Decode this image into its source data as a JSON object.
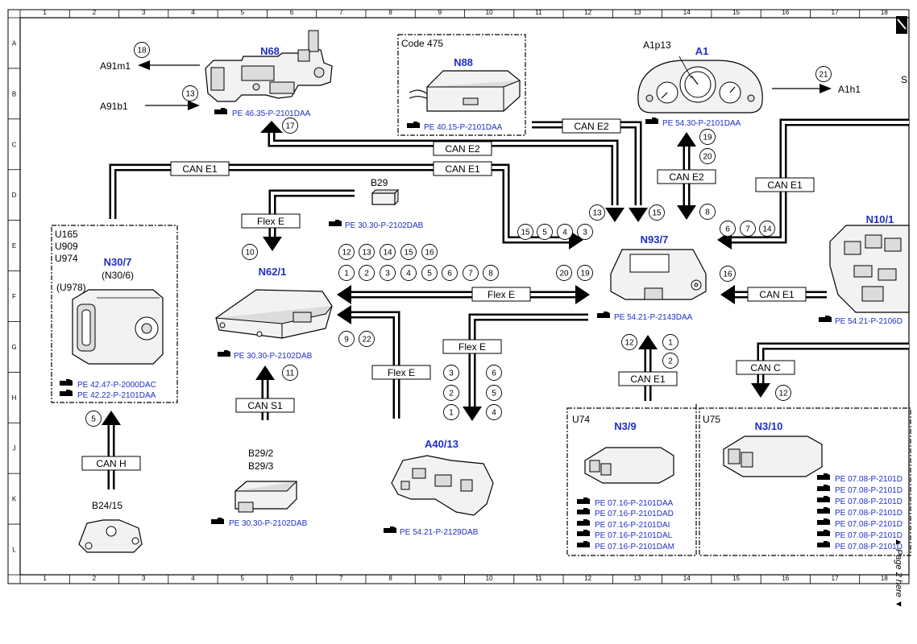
{
  "grid": {
    "columns": [
      "1",
      "2",
      "3",
      "4",
      "5",
      "6",
      "7",
      "8",
      "9",
      "10",
      "11",
      "12",
      "13",
      "14",
      "15",
      "16",
      "17",
      "18"
    ],
    "rows": [
      "A",
      "B",
      "C",
      "D",
      "E",
      "F",
      "G",
      "H",
      "J",
      "K",
      "L"
    ]
  },
  "components": {
    "n68": {
      "id": "N68",
      "ref": "PE 46.35-P-2101DAA"
    },
    "n88": {
      "code": "Code 475",
      "id": "N88",
      "ref": "PE 40.15-P-2101DAA"
    },
    "a1": {
      "sub": "A1p13",
      "id": "A1",
      "ref": "PE 54.30-P-2101DAA"
    },
    "b29": {
      "id": "B29",
      "ref": "PE 30.30-P-2102DAB"
    },
    "n30_7": {
      "variants": [
        "U165",
        "U909",
        "U974"
      ],
      "id": "N30/7",
      "alt": "(N30/6)",
      "alt2": "(U978)",
      "refs": [
        "PE 42.47-P-2000DAC",
        "PE 42.22-P-2101DAA"
      ]
    },
    "n62_1": {
      "id": "N62/1",
      "ref": "PE 30.30-P-2102DAB"
    },
    "n93_7": {
      "id": "N93/7",
      "ref": "PE 54.21-P-2143DAA"
    },
    "n10_1": {
      "id": "N10/1",
      "ref": "PE 54.21-P-2106D"
    },
    "b29_2": {
      "id1": "B29/2",
      "id2": "B29/3",
      "ref": "PE 30.30-P-2102DAB"
    },
    "a40_13": {
      "id": "A40/13",
      "ref": "PE 54.21-P-2129DAB"
    },
    "b24_15": {
      "id": "B24/15"
    },
    "n3_9": {
      "code": "U74",
      "id": "N3/9",
      "refs": [
        "PE 07.16-P-2101DAA",
        "PE 07.16-P-2101DAD",
        "PE 07.16-P-2101DAI",
        "PE 07.16-P-2101DAL",
        "PE 07.16-P-2101DAM"
      ]
    },
    "n3_10": {
      "code": "U75",
      "id": "N3/10",
      "refs": [
        "PE 07.08-P-2101D",
        "PE 07.08-P-2101D",
        "PE 07.08-P-2101D",
        "PE 07.08-P-2101D",
        "PE 07.08-P-2101D",
        "PE 07.08-P-2101D",
        "PE 07.08-P-2101D"
      ]
    }
  },
  "outputs": {
    "a91m1": "A91m1",
    "a91b1": "A91b1",
    "a1h1": "A1h1",
    "cutoff": "S"
  },
  "buses": {
    "can_e1": "CAN E1",
    "can_e2": "CAN E2",
    "flex_e": "Flex E",
    "can_s1": "CAN S1",
    "can_h": "CAN H",
    "can_c": "CAN C"
  },
  "circles": {
    "c18": "18",
    "c13a": "13",
    "c17": "17",
    "c21": "21",
    "c19a": "19",
    "c20a": "20",
    "c8a": "8",
    "c13b": "13",
    "c15a": "15",
    "c15b": "15",
    "c5a": "5",
    "c4a": "4",
    "c3a": "3",
    "c6a": "6",
    "c7a": "7",
    "c14a": "14",
    "c10": "10",
    "c11": "11",
    "c5b": "5",
    "c16a": "16",
    "c12a": "12",
    "c13c": "13",
    "c14b": "14",
    "c15c": "15",
    "c16b": "16",
    "c1a": "1",
    "c2a": "2",
    "c3b": "3",
    "c4b": "4",
    "c5c": "5",
    "c6b": "6",
    "c7b": "7",
    "c8b": "8",
    "c20b": "20",
    "c19b": "19",
    "c9": "9",
    "c22": "22",
    "c3c": "3",
    "c2b": "2",
    "c1b": "1",
    "c6c": "6",
    "c5d": "5",
    "c4c": "4",
    "c12b": "12",
    "c1c": "1",
    "c2c": "2",
    "c12c": "12"
  },
  "sidenote": "▲ Page 2 here ▼"
}
